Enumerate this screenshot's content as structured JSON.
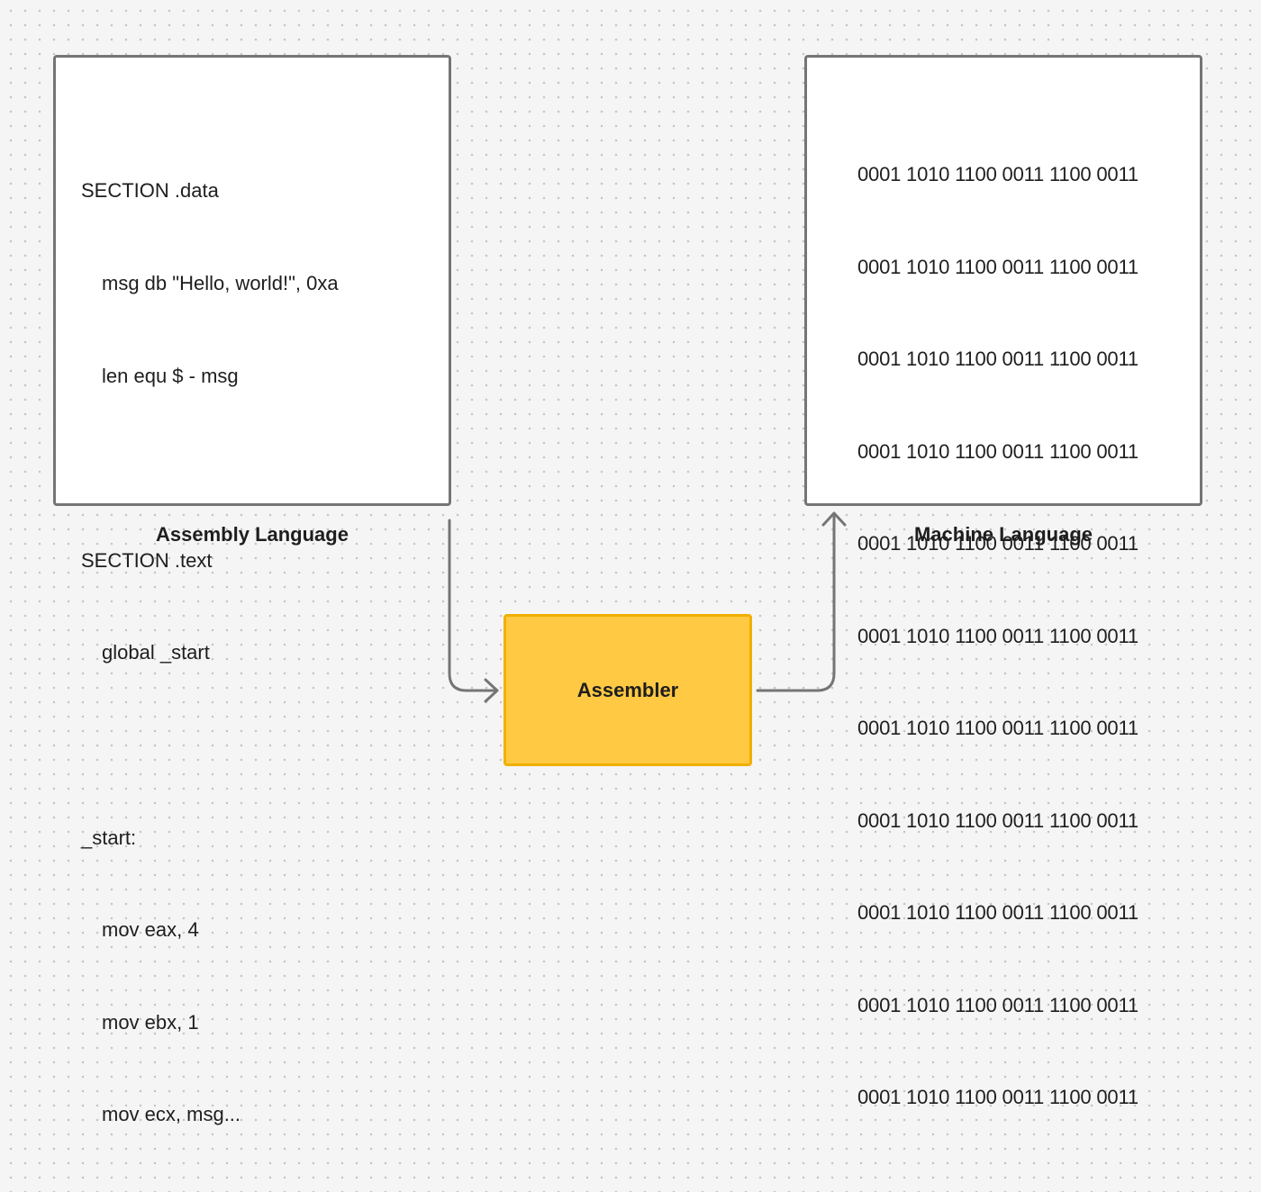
{
  "assembly": {
    "label": "Assembly Language",
    "lines": [
      "SECTION .data",
      "msg db \"Hello, world!\", 0xa",
      "len equ $ - msg",
      "",
      "SECTION .text",
      "global _start",
      "",
      "_start:",
      "mov eax, 4",
      "mov ebx, 1",
      "mov ecx, msg..."
    ]
  },
  "assembler": {
    "label": "Assembler"
  },
  "machine": {
    "label": "Machine Language",
    "lines": [
      "0001 1010 1100 0011 1100 0011",
      "0001 1010 1100 0011 1100 0011",
      "0001 1010 1100 0011 1100 0011",
      "0001 1010 1100 0011 1100 0011",
      "0001 1010 1100 0011 1100 0011",
      "0001 1010 1100 0011 1100 0011",
      "0001 1010 1100 0011 1100 0011",
      "0001 1010 1100 0011 1100 0011",
      "0001 1010 1100 0011 1100 0011",
      "0001 1010 1100 0011 1100 0011",
      "0001 1010 1100 0011 1100 0011"
    ]
  },
  "colors": {
    "background": "#f5f5f5",
    "box_border": "#757575",
    "assembler_fill": "#ffc943",
    "assembler_border": "#f0b000",
    "connector": "#757575"
  }
}
